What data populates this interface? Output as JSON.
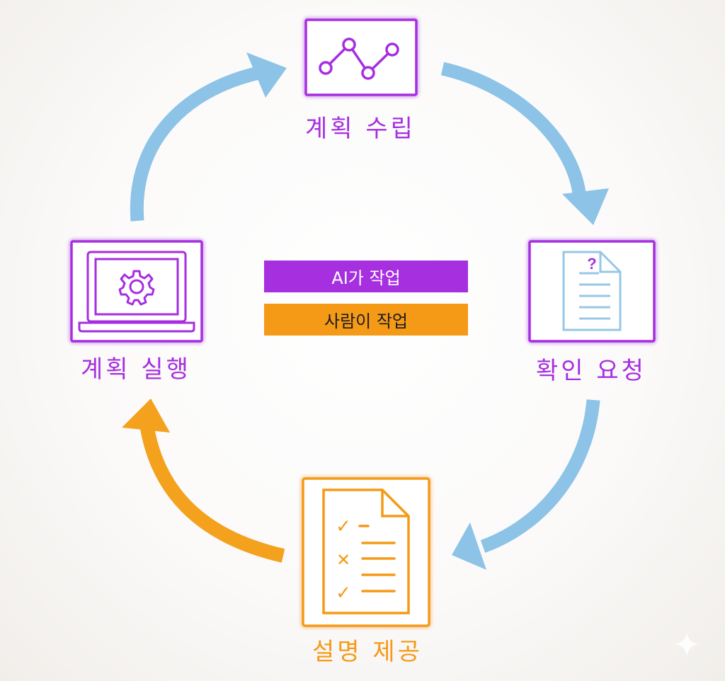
{
  "colors": {
    "ai": "#a62fe0",
    "human": "#f59a17",
    "arrow_blue": "#8cc3e6",
    "arrow_orange": "#f4a11e",
    "doc_blue": "#97c7e6"
  },
  "nodes": {
    "plan": {
      "label": "계획 수립",
      "icon": "line-graph-icon"
    },
    "confirm": {
      "label": "확인 요청",
      "icon": "question-document-icon"
    },
    "explain": {
      "label": "설명 제공",
      "icon": "checklist-document-icon"
    },
    "execute": {
      "label": "계획 실행",
      "icon": "laptop-gear-icon"
    }
  },
  "legend": {
    "ai": "AI가 작업",
    "human": "사람이 작업"
  },
  "checklist_marks": [
    "✓",
    "✕",
    "✓"
  ],
  "question_mark": "?"
}
